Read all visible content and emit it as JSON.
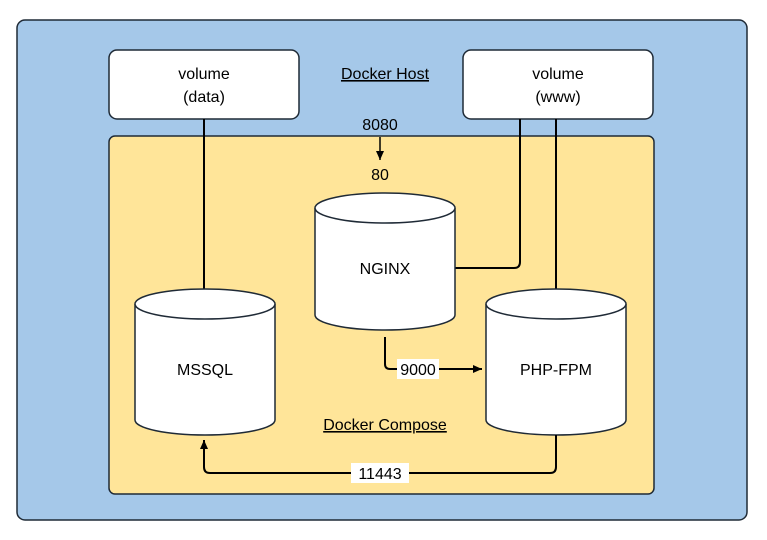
{
  "colors": {
    "host_fill": "#a5c8e9",
    "compose_fill": "#ffe599",
    "stroke": "#1f2a36",
    "box_fill": "#ffffff"
  },
  "host": {
    "label": "Docker Host"
  },
  "compose": {
    "label": "Docker Compose"
  },
  "volumes": {
    "data": {
      "line1": "volume",
      "line2": "(data)"
    },
    "www": {
      "line1": "volume",
      "line2": "(www)"
    }
  },
  "services": {
    "nginx": {
      "label": "NGINX"
    },
    "mssql": {
      "label": "MSSQL"
    },
    "php": {
      "label": "PHP-FPM"
    }
  },
  "ports": {
    "host_port": "8080",
    "nginx_port": "80",
    "php_port": "9000",
    "mssql_port": "11443"
  }
}
